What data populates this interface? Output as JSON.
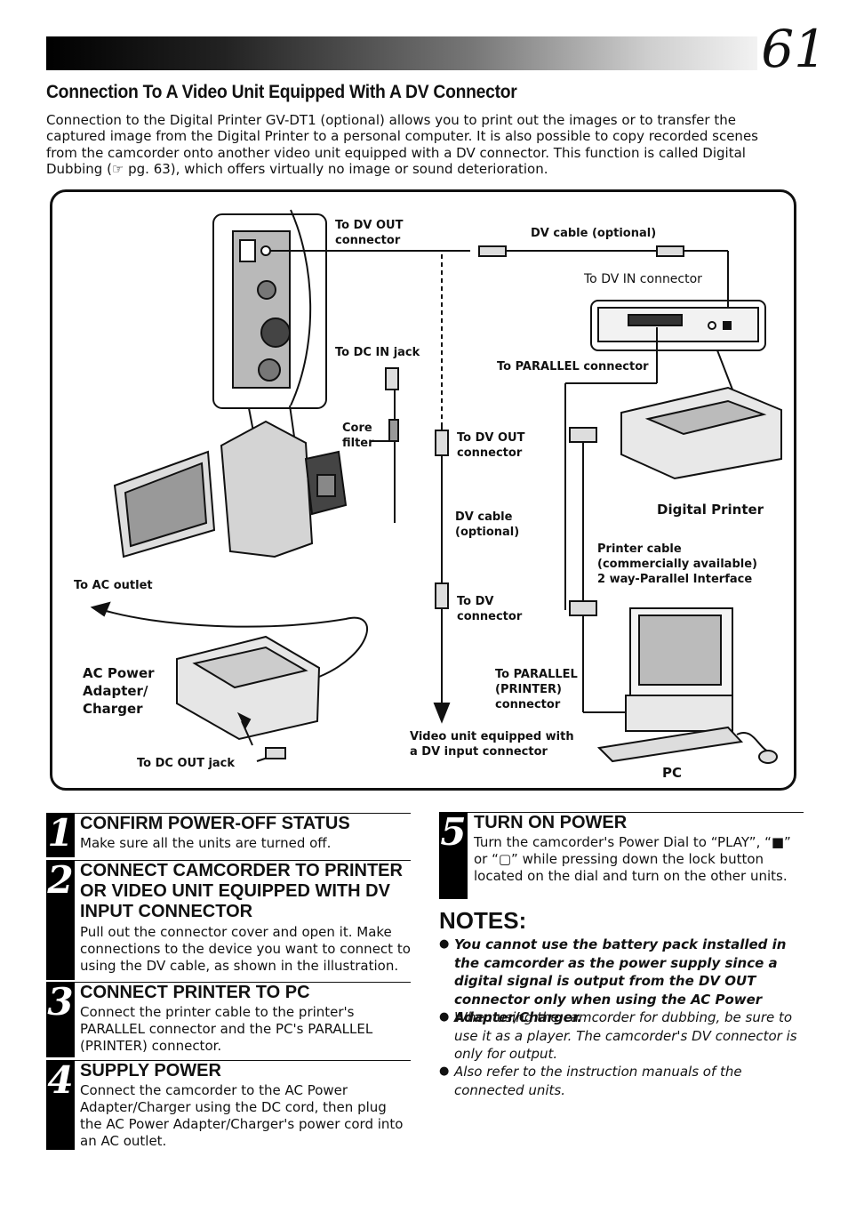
{
  "page": {
    "number": "61",
    "section_title": "Connection To A Video Unit Equipped With A DV Connector",
    "intro": "Connection to the Digital Printer GV-DT1 (optional) allows you to print out the images or to transfer the captured image from the Digital Printer to a personal computer. It is also possible to copy recorded scenes from the camcorder onto another video unit equipped with a DV connector. This function is called Digital Dubbing (☞ pg. 63), which offers virtually no image or sound deterioration."
  },
  "diagram": {
    "labels": {
      "to_dv_out_connector_top": "To DV OUT\nconnector",
      "dv_cable_optional_top": "DV cable (optional)",
      "to_dv_in_connector": "To DV IN connector",
      "to_dc_in_jack": "To DC IN jack",
      "to_parallel_connector": "To PARALLEL connector",
      "core_filter": "Core\nfilter",
      "to_dv_out_connector_mid": "To DV OUT\nconnector",
      "digital_printer": "Digital Printer",
      "dv_cable_optional_mid": "DV cable\n(optional)",
      "printer_cable": "Printer cable\n(commercially available)\n2 way-Parallel Interface",
      "to_ac_outlet": "To AC outlet",
      "to_dv_connector": "To DV\nconnector",
      "ac_power_adapter": "AC Power\nAdapter/\nCharger",
      "to_parallel_printer_connector": "To PARALLEL\n(PRINTER)\nconnector",
      "video_unit": "Video unit equipped with\na DV input connector",
      "to_dc_out_jack": "To DC OUT jack",
      "pc": "PC"
    }
  },
  "steps": [
    {
      "num": "1",
      "title": "CONFIRM POWER-OFF STATUS",
      "body": "Make sure all the units are turned off."
    },
    {
      "num": "2",
      "title": "CONNECT CAMCORDER TO PRINTER OR VIDEO UNIT EQUIPPED WITH DV INPUT CONNECTOR",
      "body": "Pull out the connector cover and open it. Make connections to the device you want to connect to using the DV cable, as shown in the illustration."
    },
    {
      "num": "3",
      "title": "CONNECT PRINTER TO PC",
      "body": "Connect the printer cable to the printer's PARALLEL connector and the PC's PARALLEL (PRINTER) connector."
    },
    {
      "num": "4",
      "title": "SUPPLY POWER",
      "body": "Connect the camcorder to the AC Power Adapter/Charger using the DC cord, then plug the AC Power Adapter/Charger's power cord into an AC outlet."
    },
    {
      "num": "5",
      "title": "TURN ON POWER",
      "body": "Turn the camcorder's Power Dial to “PLAY”, “■” or “▢” while pressing down the lock button located on the dial and turn on the other units."
    }
  ],
  "notes": {
    "title": "NOTES:",
    "bullet": "●",
    "items": [
      "You cannot use the battery pack installed in the camcorder as the power supply since a digital signal is output from the DV OUT connector only when using the AC Power Adapter/Charger.",
      "When using the camcorder for dubbing, be sure to use it as a player. The camcorder's DV connector is only for output.",
      "Also refer to the instruction manuals of the connected units."
    ]
  }
}
